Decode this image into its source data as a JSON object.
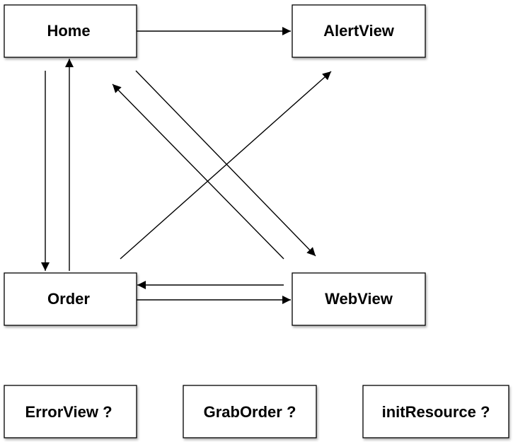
{
  "diagram": {
    "nodes": {
      "home": {
        "label": "Home"
      },
      "alertview": {
        "label": "AlertView"
      },
      "order": {
        "label": "Order"
      },
      "webview": {
        "label": "WebView"
      },
      "errorview": {
        "label": "ErrorView ?"
      },
      "graborder": {
        "label": "GrabOrder ?"
      },
      "initresource": {
        "label": "initResource ?"
      }
    },
    "edges": [
      {
        "from": "Home",
        "to": "AlertView"
      },
      {
        "from": "Home",
        "to": "Order"
      },
      {
        "from": "Order",
        "to": "Home"
      },
      {
        "from": "Home",
        "to": "WebView"
      },
      {
        "from": "WebView",
        "to": "Home"
      },
      {
        "from": "Order",
        "to": "AlertView"
      },
      {
        "from": "WebView",
        "to": "Order"
      },
      {
        "from": "Order",
        "to": "WebView"
      }
    ],
    "colors": {
      "stroke": "#000000",
      "fill": "#ffffff",
      "shadow": "#bdbdbd"
    }
  }
}
